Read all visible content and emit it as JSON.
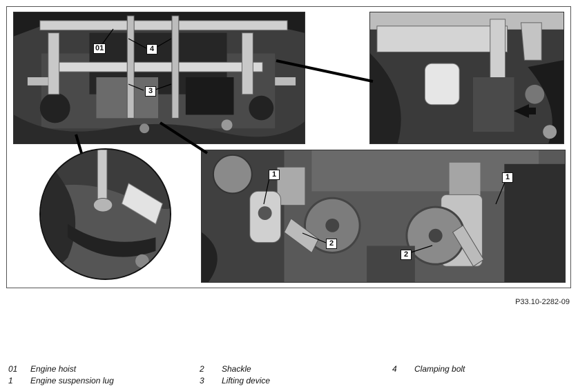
{
  "figure": {
    "reference_code": "P33.10-2282-09",
    "callouts": {
      "main_01": "01",
      "main_4": "4",
      "main_3": "3",
      "detail_1_left": "1",
      "detail_1_right": "1",
      "detail_2_left": "2",
      "detail_2_right": "2"
    }
  },
  "legend": {
    "items": [
      {
        "num": "01",
        "label": "Engine hoist"
      },
      {
        "num": "1",
        "label": "Engine suspension lug"
      },
      {
        "num": "2",
        "label": "Shackle"
      },
      {
        "num": "3",
        "label": "Lifting device"
      },
      {
        "num": "4",
        "label": "Clamping bolt"
      }
    ]
  }
}
